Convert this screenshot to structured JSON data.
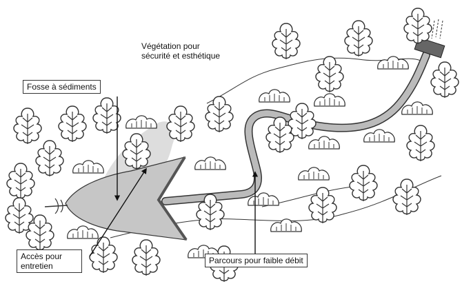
{
  "labels": {
    "vegetation_line1": "Végétation pour",
    "vegetation_line2": "sécurité et esthétique",
    "fosse": "Fosse à sédiments",
    "acces_line1": "Accès pour",
    "acces_line2": "entretien",
    "parcours": "Parcours pour faible débit"
  },
  "colors": {
    "basin": "#c8c8c8",
    "channel": "#b9b9b9",
    "outline": "#333333",
    "tree_fill": "#ffffff",
    "outlet_structure": "#666666"
  }
}
